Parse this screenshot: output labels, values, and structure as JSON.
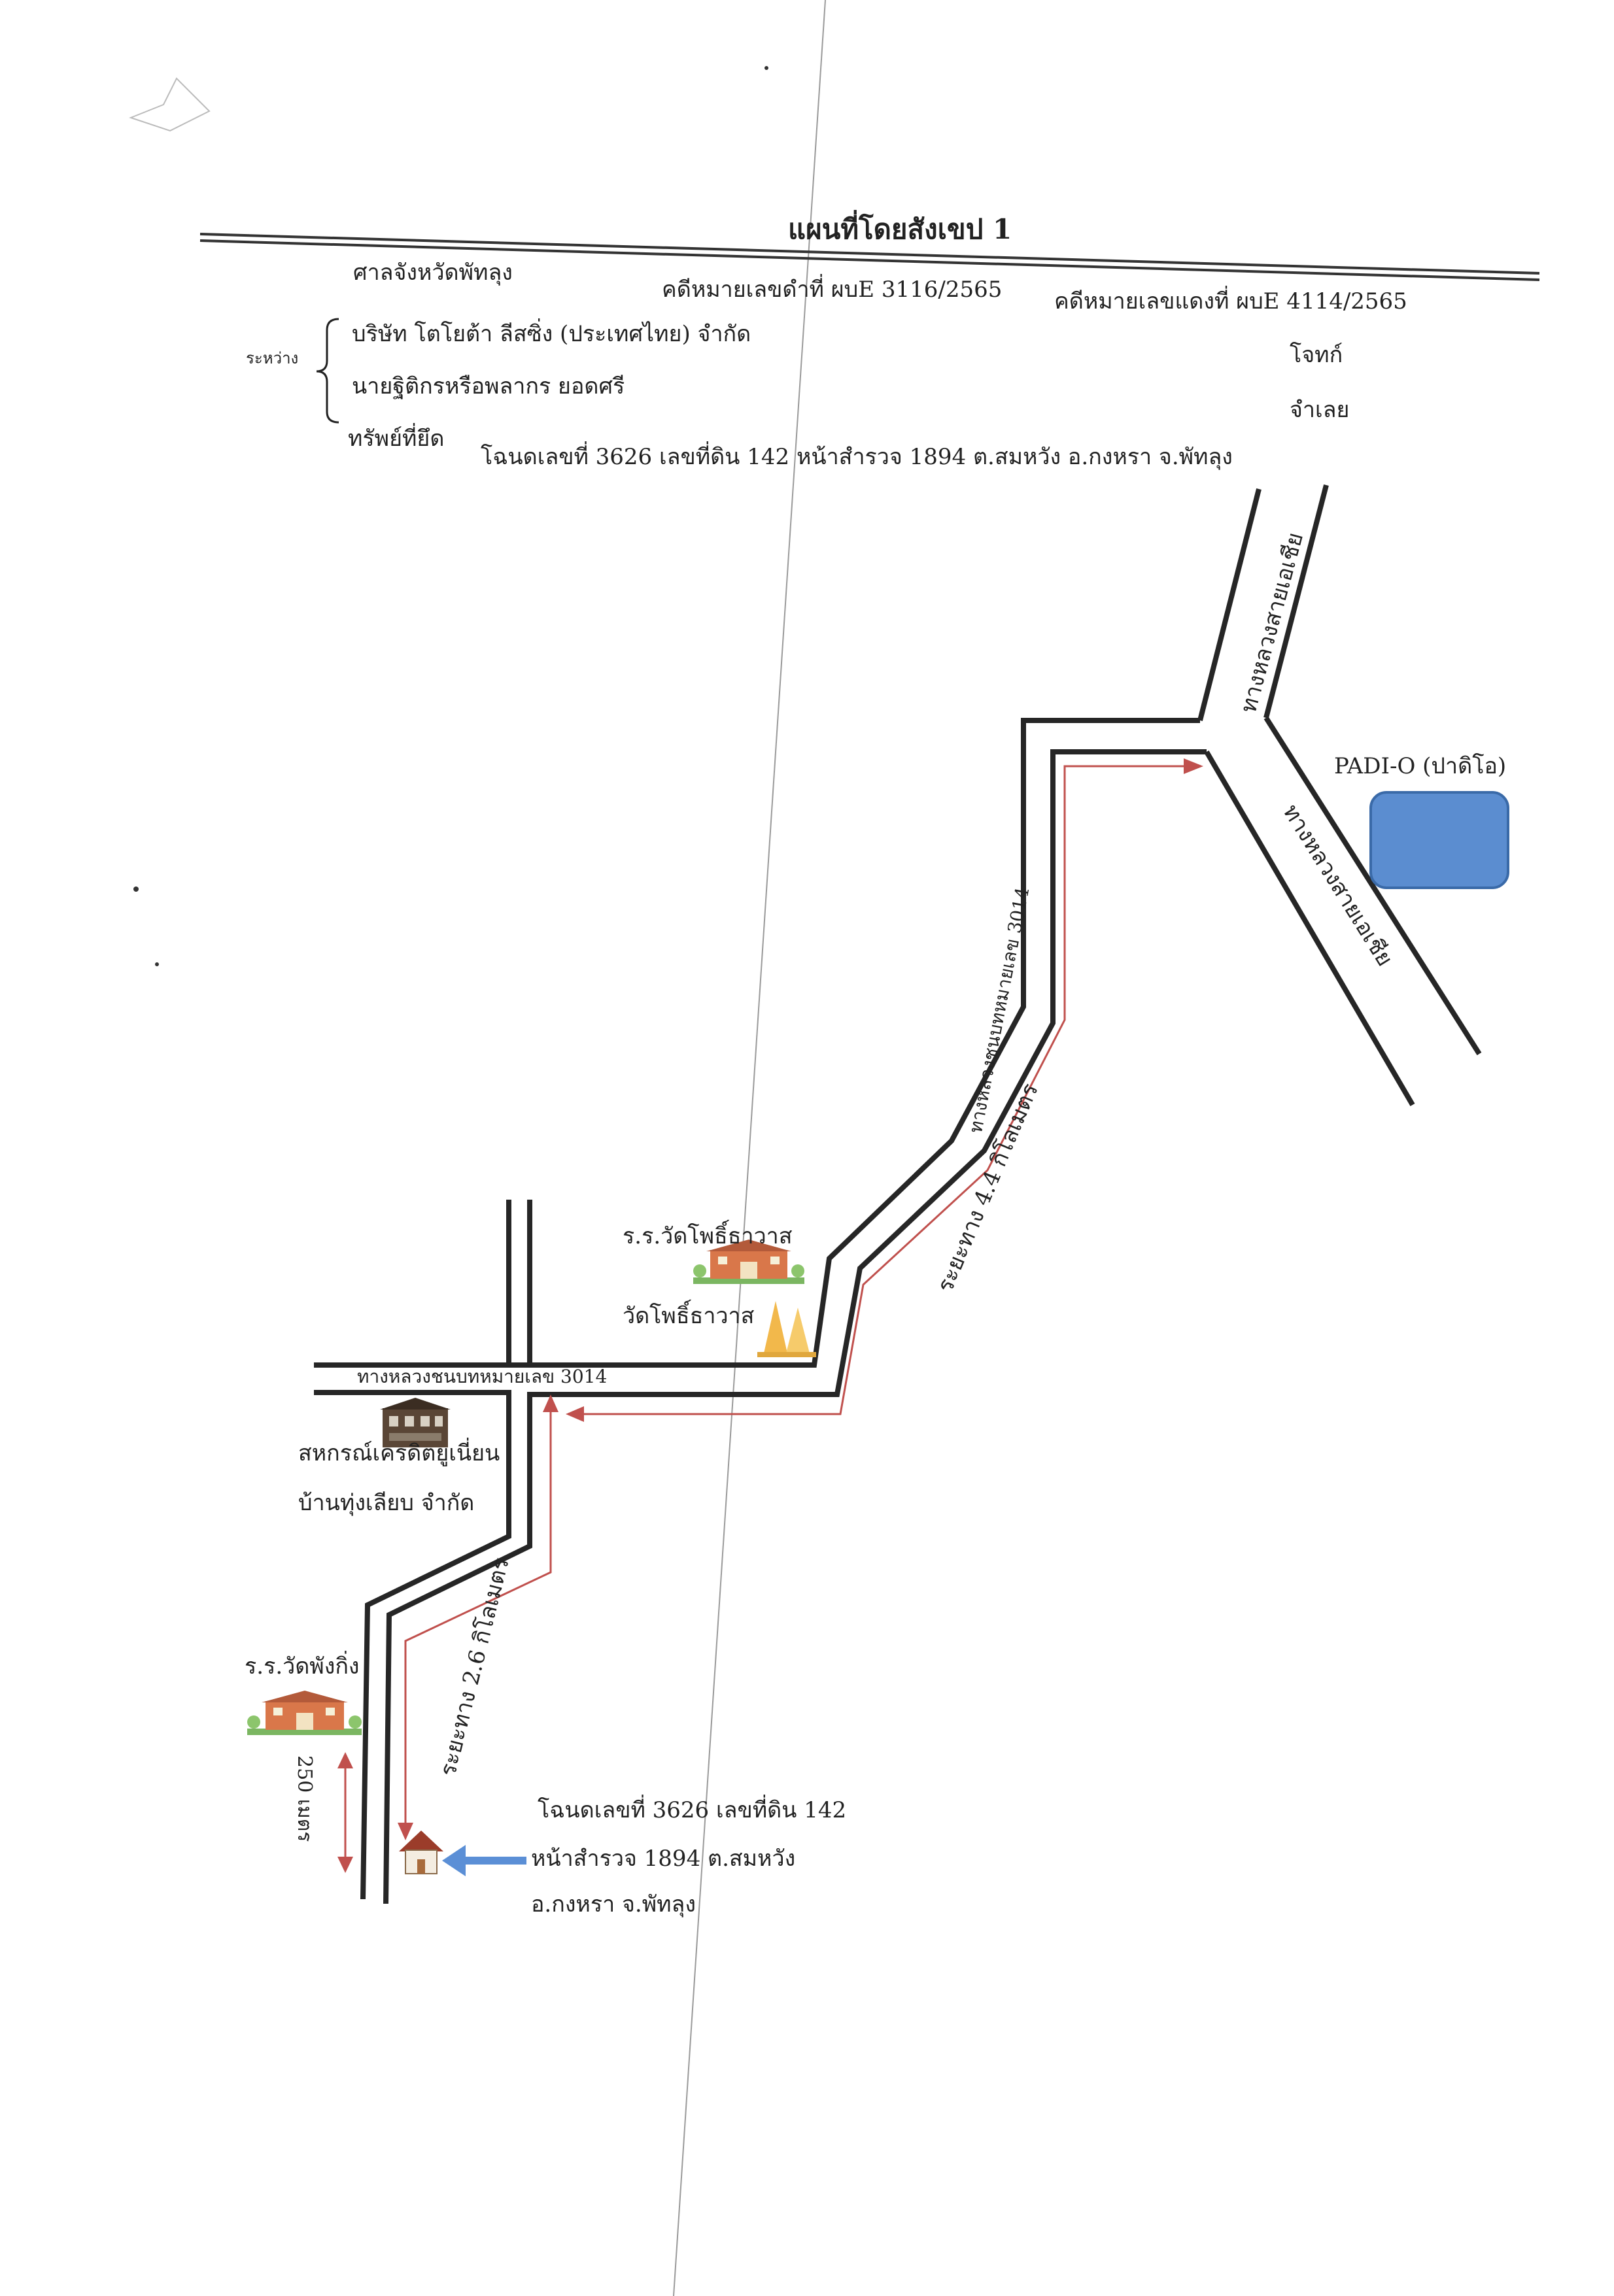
{
  "header": {
    "title": "แผนที่โดยสังเขป 1",
    "court": "ศาลจังหวัดพัทลุง",
    "black_case": "คดีหมายเลขดำที่ ผบE 3116/2565",
    "red_case": "คดีหมายเลขแดงที่ ผบE 4114/2565",
    "between_label": "ระหว่าง",
    "plaintiff": "บริษัท โตโยต้า ลีสซิ่ง (ประเทศไทย) จำกัด",
    "plaintiff_role": "โจทก์",
    "defendant": "นายฐิติกรหรือพลากร ยอดศรี",
    "defendant_role": "จำเลย",
    "property_label": "ทรัพย์ที่ยึด",
    "property_detail": "โฉนดเลขที่ 3626 เลขที่ดิน 142 หน้าสำรวจ 1894 ต.สมหวัง อ.กงหรา จ.พัทลุง"
  },
  "roads": {
    "asian_highway_north": "ทางหลวงสายเอเชีย",
    "asian_highway_south": "ทางหลวงสายเอเชีย",
    "rural_road_diagonal": "ทางหลวงชนบทหมายเลข 3014",
    "rural_road_horizontal": "ทางหลวงชนบทหมายเลข 3014"
  },
  "landmarks": {
    "padio": "PADI-O (ปาดิโอ)",
    "school_wat_pho": "ร.ร.วัดโพธิ์ธาวาส",
    "temple_wat_pho": "วัดโพธิ์ธาวาส",
    "coop_line1": "สหกรณ์เครดิตยูเนี่ยน",
    "coop_line2": "บ้านทุ่งเลียบ จำกัด",
    "school_wat_phang": "ร.ร.วัดพังกิ่ง"
  },
  "distances": {
    "d1": "ระยะทาง 4.4 กิโลเมตร",
    "d2": "ระยะทาง 2.6 กิโลเมตร",
    "d3": "250 เมตร"
  },
  "destination": {
    "line1": "โฉนดเลขที่ 3626 เลขที่ดิน 142",
    "line2": "หน้าสำรวจ 1894 ต.สมหวัง",
    "line3": "อ.กงหรา จ.พัทลุง"
  },
  "colors": {
    "road": "#262626",
    "route": "#c0504d",
    "arrow_blue": "#5b8fd6",
    "padio_fill": "#5b8dd0",
    "padio_stroke": "#3a6aa8"
  },
  "icons": [
    "school-icon",
    "temple-icon",
    "building-icon",
    "house-icon",
    "blue-arrow-icon"
  ]
}
